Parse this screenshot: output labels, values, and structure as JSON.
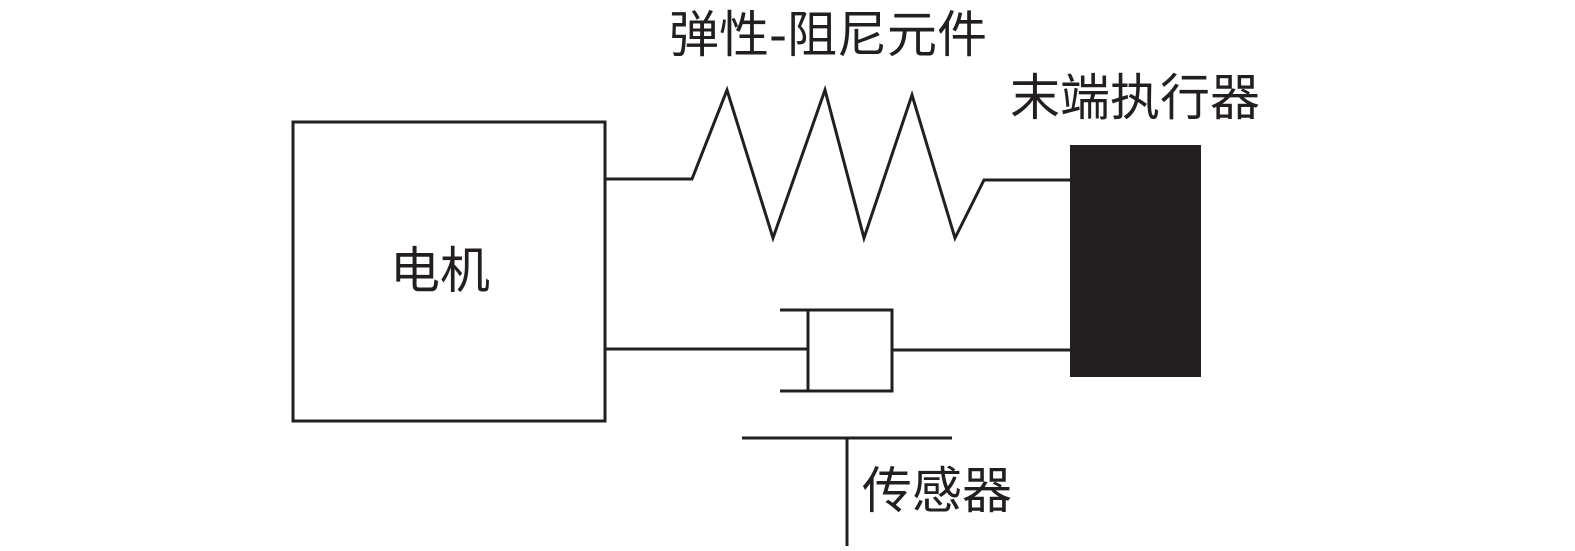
{
  "labels": {
    "motor": "电机",
    "spring_damper": "弹性-阻尼元件",
    "end_effector": "末端执行器",
    "sensor": "传感器"
  },
  "colors": {
    "line": "#231f20",
    "effector_fill": "#231f20",
    "background": "#ffffff"
  }
}
